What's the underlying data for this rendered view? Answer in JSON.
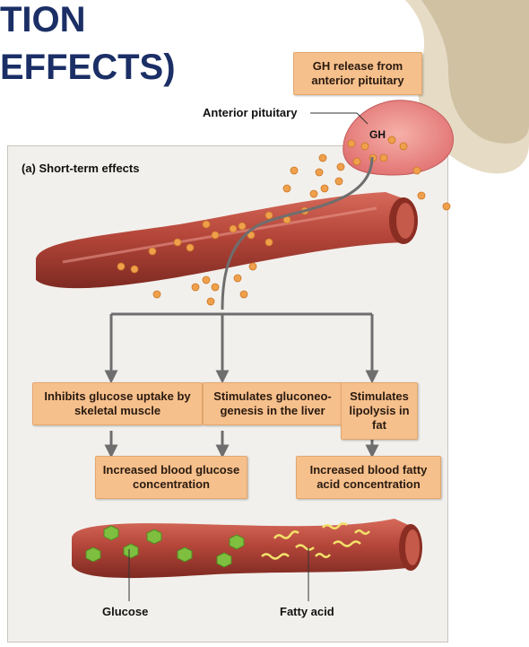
{
  "title": {
    "line1": "TION",
    "line2": "EFFECTS)"
  },
  "panel": {
    "label": "(a) Short-term effects"
  },
  "pituitary": {
    "box": "GH release from anterior pituitary",
    "label": "Anterior pituitary",
    "hormone": "GH"
  },
  "effects": [
    {
      "text": "Inhibits glucose uptake by skeletal muscle"
    },
    {
      "text": "Stimulates gluconeo-genesis in the liver"
    },
    {
      "text": "Stimulates lipolysis in fat"
    }
  ],
  "outcomes": [
    {
      "text": "Increased blood glucose concentration"
    },
    {
      "text": "Increased blood fatty acid concentration"
    }
  ],
  "vessel_labels": {
    "glucose": "Glucose",
    "fatty_acid": "Fatty acid"
  },
  "colors": {
    "title": "#1b2f66",
    "box": "#f6c08c",
    "vessel": "#b5463a",
    "gh_dot": "#f0a04a",
    "glucose": "#7fbf3f",
    "fatty_acid": "#f3e06a",
    "arrow": "#6e6e6e"
  }
}
